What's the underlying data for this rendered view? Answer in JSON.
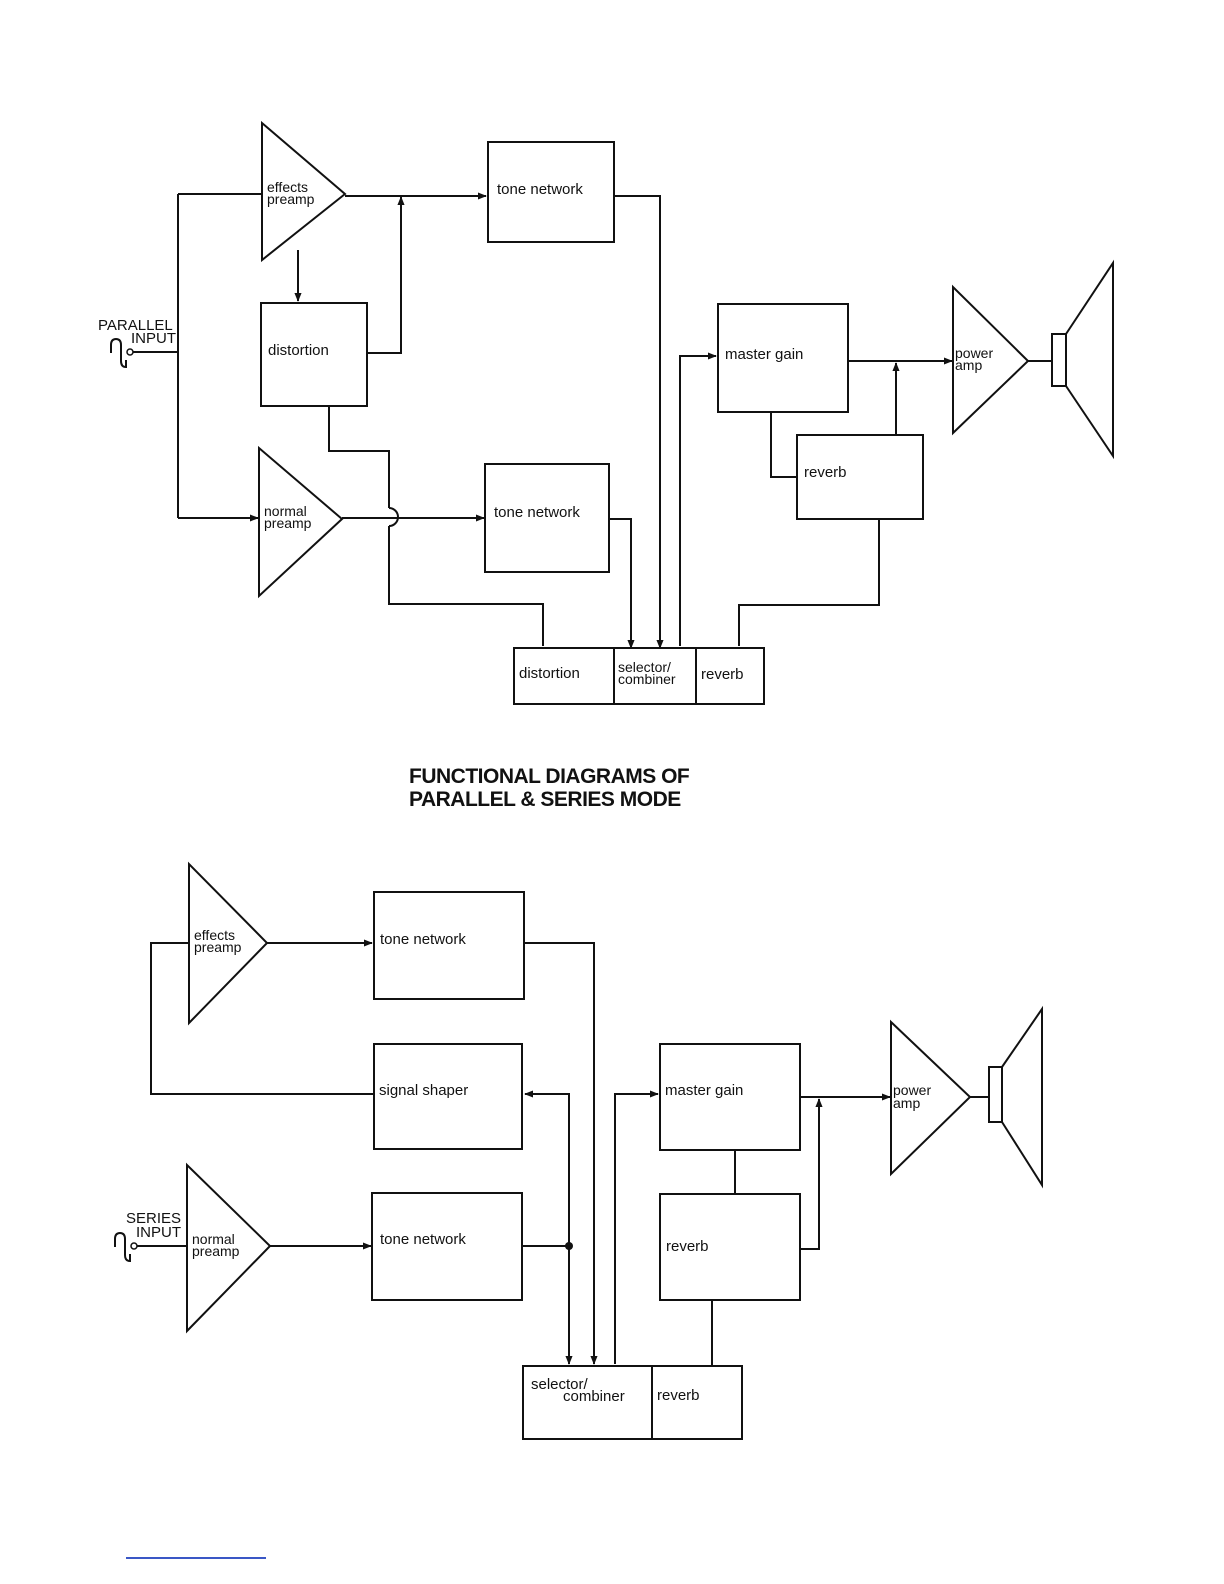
{
  "title": {
    "line1": "FUNCTIONAL DIAGRAMS OF",
    "line2": "PARALLEL & SERIES MODE"
  },
  "parallel": {
    "input_label_line1": "PARALLEL",
    "input_label_line2": "INPUT",
    "effects_preamp": [
      "effects",
      "preamp"
    ],
    "normal_preamp": [
      "normal",
      "preamp"
    ],
    "tone_network_top": "tone network",
    "tone_network_bottom": "tone network",
    "distortion": "distortion",
    "master_gain": "master gain",
    "reverb": "reverb",
    "power_amp": [
      "power",
      "amp"
    ],
    "switch_distortion": "distortion",
    "switch_selector": [
      "selector/",
      "combiner"
    ],
    "switch_reverb": "reverb"
  },
  "series": {
    "input_label_line1": "SERIES",
    "input_label_line2": "INPUT",
    "effects_preamp": [
      "effects",
      "preamp"
    ],
    "normal_preamp": [
      "normal",
      "preamp"
    ],
    "tone_network_top": "tone network",
    "tone_network_bottom": "tone network",
    "signal_shaper": "signal shaper",
    "master_gain": "master gain",
    "reverb": "reverb",
    "power_amp": [
      "power",
      "amp"
    ],
    "switch_selector": [
      "selector/",
      "combiner"
    ],
    "switch_reverb": "reverb"
  }
}
